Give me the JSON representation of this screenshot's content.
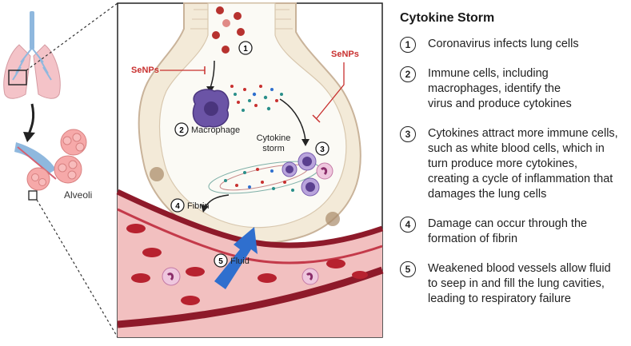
{
  "illustration": {
    "labels": {
      "alveoli": "Alveoli",
      "senps_left": "SeNPs",
      "senps_right": "SeNPs",
      "macrophage": "Macrophage",
      "cytokine_storm": "Cytokine\nstorm",
      "fibrin": "Fibrin",
      "fluid": "Fluid"
    },
    "markers": [
      "1",
      "2",
      "3",
      "4",
      "5"
    ]
  },
  "legend": {
    "title": "Cytokine Storm",
    "steps": [
      {
        "num": "1",
        "text": "Coronavirus infects lung cells"
      },
      {
        "num": "2",
        "text": "Immune cells, including\nmacrophages, identify the\nvirus and produce cytokines"
      },
      {
        "num": "3",
        "text": "Cytokines attract more immune cells,\nsuch as white blood cells, which in\nturn produce more cytokines,\ncreating a cycle of inflammation that\ndamages the lung cells"
      },
      {
        "num": "4",
        "text": "Damage can occur through the\nformation of fibrin"
      },
      {
        "num": "5",
        "text": "Weakened blood vessels allow fluid\nto seep in and fill the lung cavities,\nleading to respiratory failure"
      }
    ]
  },
  "colors": {
    "lung": "#f4c3c8",
    "airway": "#8fb8de",
    "senps_red": "#c8302f",
    "macrophage": "#5a3f8f",
    "vessel_wall": "#8e1a2a",
    "blood": "#e7a6a6",
    "fluid_arrow": "#2f6fce",
    "alveolus_wall": "#c9b39a",
    "alveolus_fill": "#fbfaf5"
  },
  "icons": [
    "lung-icon",
    "virus-icon",
    "macrophage-icon",
    "cytokine-dot-icon",
    "white-blood-cell-icon",
    "red-blood-cell-icon",
    "inhibitor-icon",
    "fluid-arrow-icon"
  ]
}
